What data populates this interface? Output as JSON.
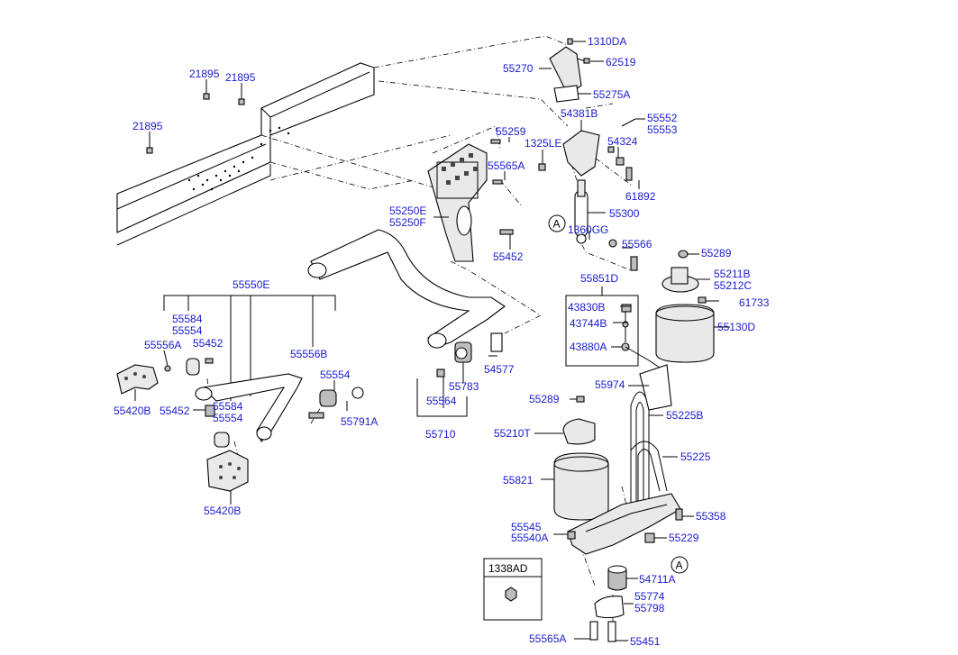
{
  "labels": [
    {
      "id": "l-1310DA",
      "text": "1310DA"
    },
    {
      "id": "l-62519",
      "text": "62519"
    },
    {
      "id": "l-55270",
      "text": "55270"
    },
    {
      "id": "l-55275A",
      "text": "55275A"
    },
    {
      "id": "l-21895a",
      "text": "21895"
    },
    {
      "id": "l-21895b",
      "text": "21895"
    },
    {
      "id": "l-21895c",
      "text": "21895"
    },
    {
      "id": "l-54381B",
      "text": "54381B"
    },
    {
      "id": "l-55552",
      "text": "55552"
    },
    {
      "id": "l-55553",
      "text": "55553"
    },
    {
      "id": "l-55259",
      "text": "55259"
    },
    {
      "id": "l-1325LE",
      "text": "1325LE"
    },
    {
      "id": "l-54324",
      "text": "54324"
    },
    {
      "id": "l-55565A-top",
      "text": "55565A"
    },
    {
      "id": "l-61892",
      "text": "61892"
    },
    {
      "id": "l-55250E",
      "text": "55250E"
    },
    {
      "id": "l-55250F",
      "text": "55250F"
    },
    {
      "id": "l-55300",
      "text": "55300"
    },
    {
      "id": "l-1360GG",
      "text": "1360GG"
    },
    {
      "id": "l-55566",
      "text": "55566"
    },
    {
      "id": "l-55452-top",
      "text": "55452"
    },
    {
      "id": "l-55289-top",
      "text": "55289"
    },
    {
      "id": "l-55851D",
      "text": "55851D"
    },
    {
      "id": "l-55211B",
      "text": "55211B"
    },
    {
      "id": "l-55212C",
      "text": "55212C"
    },
    {
      "id": "l-61733",
      "text": "61733"
    },
    {
      "id": "l-55550E",
      "text": "55550E"
    },
    {
      "id": "l-43830B",
      "text": "43830B"
    },
    {
      "id": "l-43744B",
      "text": "43744B"
    },
    {
      "id": "l-55130D",
      "text": "55130D"
    },
    {
      "id": "l-55584a",
      "text": "55584"
    },
    {
      "id": "l-55554a",
      "text": "55554"
    },
    {
      "id": "l-55556A",
      "text": "55556A"
    },
    {
      "id": "l-55452-mid",
      "text": "55452"
    },
    {
      "id": "l-55556B",
      "text": "55556B"
    },
    {
      "id": "l-43880A",
      "text": "43880A"
    },
    {
      "id": "l-54577",
      "text": "54577"
    },
    {
      "id": "l-55554b",
      "text": "55554"
    },
    {
      "id": "l-55974",
      "text": "55974"
    },
    {
      "id": "l-55783",
      "text": "55783"
    },
    {
      "id": "l-55420B-top",
      "text": "55420B"
    },
    {
      "id": "l-55452-low",
      "text": "55452"
    },
    {
      "id": "l-55584b",
      "text": "55584"
    },
    {
      "id": "l-55554c",
      "text": "55554"
    },
    {
      "id": "l-55564",
      "text": "55564"
    },
    {
      "id": "l-55289-low",
      "text": "55289"
    },
    {
      "id": "l-55225B",
      "text": "55225B"
    },
    {
      "id": "l-55791A",
      "text": "55791A"
    },
    {
      "id": "l-55710",
      "text": "55710"
    },
    {
      "id": "l-55210T",
      "text": "55210T"
    },
    {
      "id": "l-55225",
      "text": "55225"
    },
    {
      "id": "l-55821",
      "text": "55821"
    },
    {
      "id": "l-55420B-low",
      "text": "55420B"
    },
    {
      "id": "l-55358",
      "text": "55358"
    },
    {
      "id": "l-55545",
      "text": "55545"
    },
    {
      "id": "l-55540A",
      "text": "55540A"
    },
    {
      "id": "l-55229",
      "text": "55229"
    },
    {
      "id": "l-1338AD",
      "text": "1338AD"
    },
    {
      "id": "l-54711A",
      "text": "54711A"
    },
    {
      "id": "l-55774",
      "text": "55774"
    },
    {
      "id": "l-55798",
      "text": "55798"
    },
    {
      "id": "l-55565A-low",
      "text": "55565A"
    },
    {
      "id": "l-55451",
      "text": "55451"
    }
  ],
  "callouts": [
    {
      "id": "ref-a-top",
      "text": "A"
    },
    {
      "id": "ref-a-low",
      "text": "A"
    }
  ],
  "colors": {
    "label": "#1a1ad0",
    "line": "#000000",
    "background": "#ffffff"
  }
}
